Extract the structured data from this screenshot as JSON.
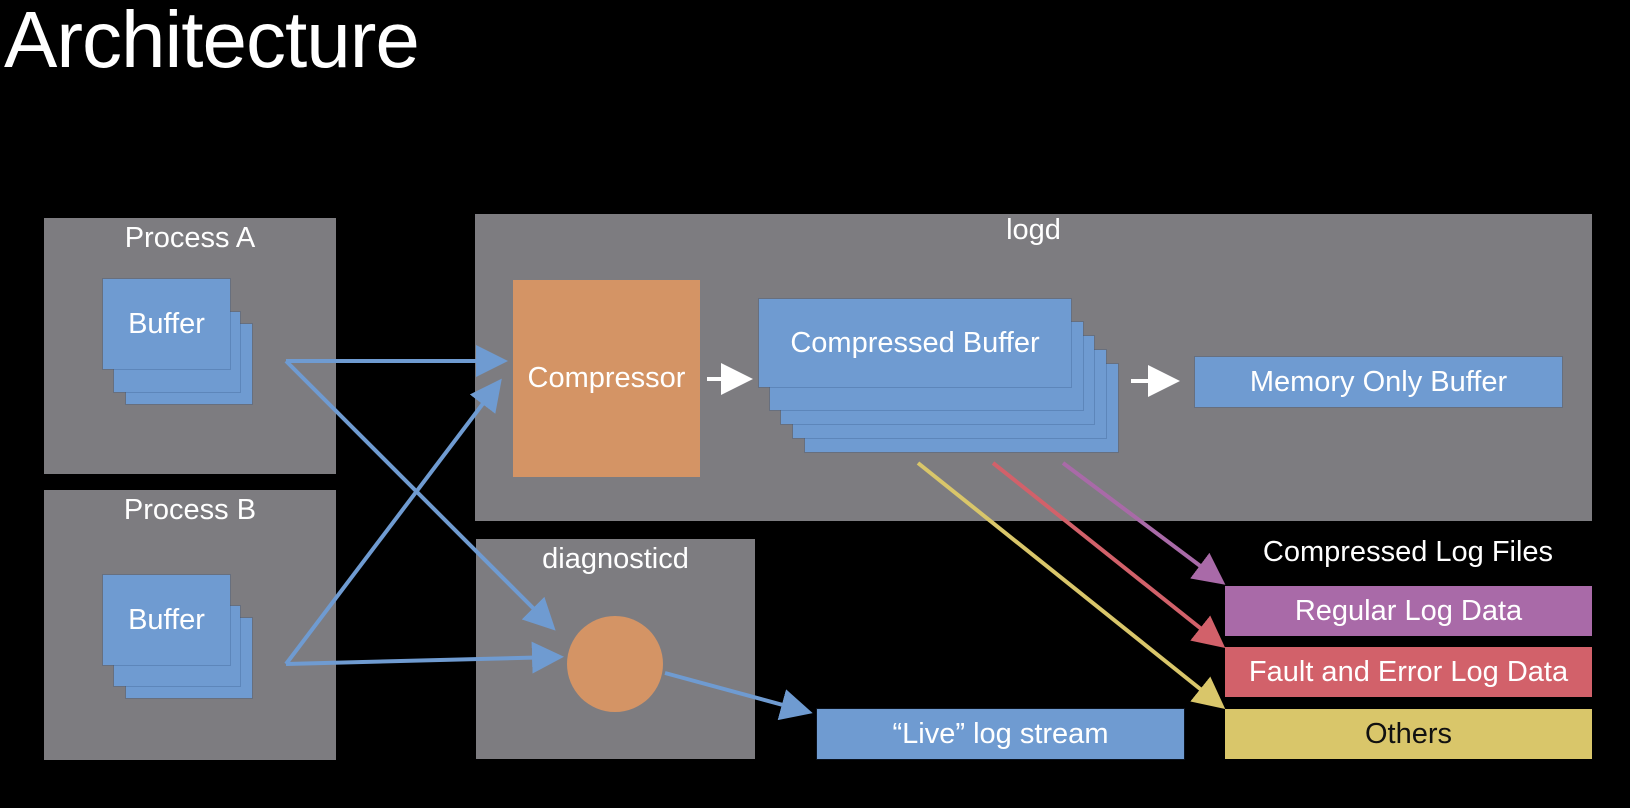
{
  "slide_title": "Architecture",
  "process_a": {
    "label": "Process A",
    "buffer_label": "Buffer"
  },
  "process_b": {
    "label": "Process B",
    "buffer_label": "Buffer"
  },
  "logd": {
    "label": "logd",
    "compressor_label": "Compressor",
    "compressed_buffer_label": "Compressed Buffer",
    "memory_only_buffer_label": "Memory Only Buffer"
  },
  "diagnosticd": {
    "label": "diagnosticd"
  },
  "live_stream": {
    "label": "“Live” log stream"
  },
  "log_files": {
    "heading": "Compressed Log Files",
    "regular": "Regular Log Data",
    "fault_error": "Fault and Error Log Data",
    "others": "Others"
  },
  "colors": {
    "panel": "#7d7c80",
    "buffer": "#6f9bd1",
    "compressor": "#d49465",
    "regular": "#a96aa8",
    "fault_error": "#d2616a",
    "others": "#d9c66a",
    "arrow_blue": "#6f9bd1",
    "arrow_white": "#ffffff"
  }
}
